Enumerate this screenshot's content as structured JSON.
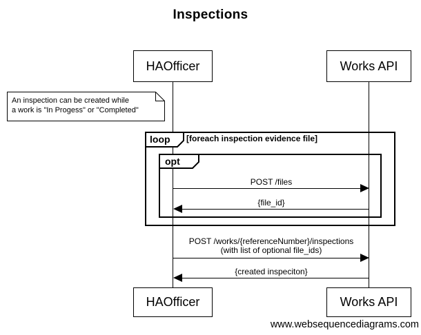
{
  "diagram": {
    "title": "Inspections",
    "footer": "www.websequencediagrams.com"
  },
  "actors": [
    {
      "name": "HAOfficer"
    },
    {
      "name": "Works API"
    }
  ],
  "note": {
    "line1": "An inspection can be created while",
    "line2": "a work is \"In Progess\" or \"Completed\""
  },
  "frames": {
    "loop": {
      "label": "loop",
      "condition": "[foreach inspection evidence file]"
    },
    "opt": {
      "label": "opt"
    }
  },
  "messages": [
    {
      "from": "HAOfficer",
      "to": "Works API",
      "direction": "right",
      "label": "POST /files"
    },
    {
      "from": "Works API",
      "to": "HAOfficer",
      "direction": "left",
      "label": "{file_id}"
    },
    {
      "from": "HAOfficer",
      "to": "Works API",
      "direction": "right",
      "label": "POST /works/{referenceNumber}/inspections",
      "label2": "(with list of optional file_ids)"
    },
    {
      "from": "Works API",
      "to": "HAOfficer",
      "direction": "left",
      "label": "{created inspeciton}"
    }
  ]
}
